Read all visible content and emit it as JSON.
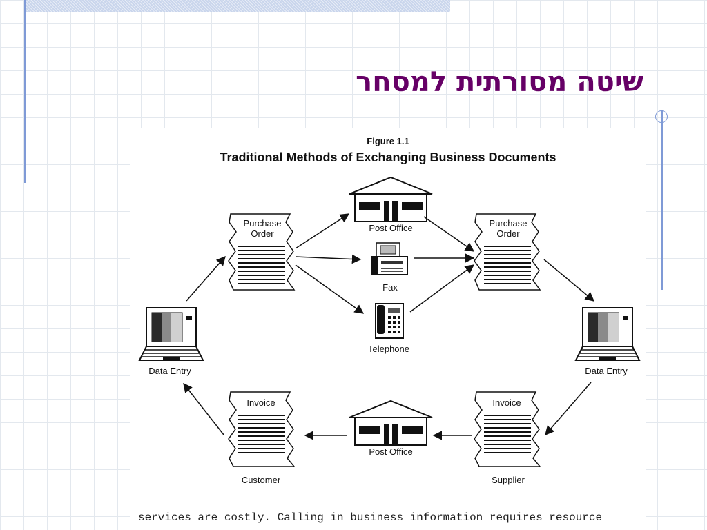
{
  "slide": {
    "title": "שיטה מסורתית למסחר"
  },
  "figure": {
    "label": "Figure 1.1",
    "title": "Traditional Methods of Exchanging Business Documents",
    "nodes": {
      "purchase_order_left": [
        "Purchase",
        "Order"
      ],
      "purchase_order_right": [
        "Purchase",
        "Order"
      ],
      "post_office_top": "Post Office",
      "fax": "Fax",
      "telephone": "Telephone",
      "data_entry_left": "Data Entry",
      "data_entry_right": "Data Entry",
      "invoice_left": "Invoice",
      "invoice_right": "Invoice",
      "post_office_bottom": "Post Office",
      "customer": "Customer",
      "supplier": "Supplier"
    }
  },
  "body_text": "services are costly. Calling in business information requires resource"
}
